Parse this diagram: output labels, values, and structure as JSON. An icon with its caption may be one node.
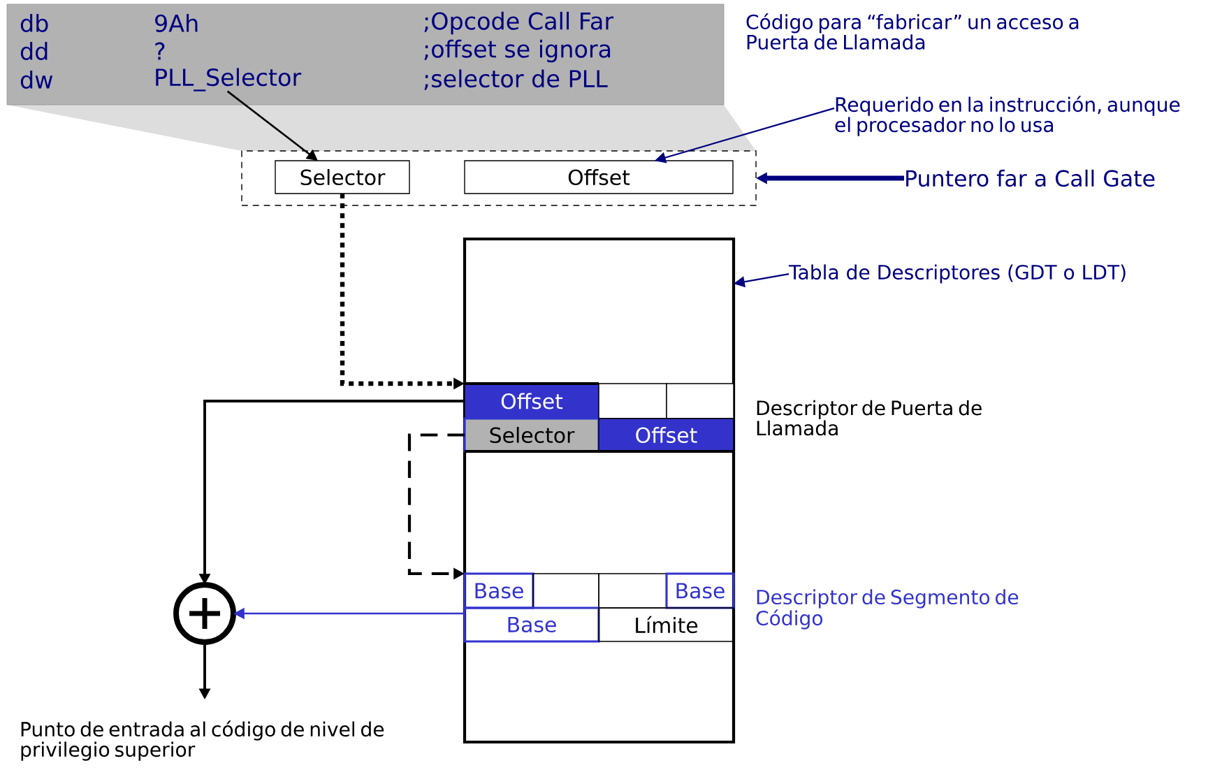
{
  "diagram": {
    "nodes": [
      {
        "text": [
          "db",
          "9Ah",
          ";Opcode Call Far",
          "dd",
          "?",
          ";offset se ignora",
          "dw",
          ";selector de PLL"
        ]
      },
      {
        "text": [
          "PLL_Selector"
        ],
        "in": 0
      },
      {
        "text": [],
        "shape": "box"
      },
      {
        "text": [
          "Selector"
        ],
        "in": 2
      },
      {
        "text": [
          "Offset"
        ],
        "in": 2
      },
      {
        "text": [
          "Requerido en la instrucción, aunque el procesador no lo usa"
        ]
      },
      {
        "text": [
          "Puntero far a Call Gate"
        ]
      },
      {
        "text": [],
        "shape": "box"
      },
      {
        "text": [
          "Tabla de Descriptores (GDT o LDT)"
        ]
      },
      {
        "text": [
          "Offset"
        ],
        "in": 7
      },
      {
        "text": [],
        "shape": "box",
        "in": 7
      },
      {
        "text": [],
        "shape": "box",
        "in": 7
      },
      {
        "text": [
          "Selector"
        ],
        "in": 7
      },
      {
        "text": [
          "Offset"
        ],
        "in": 7
      },
      {
        "text": [
          "Base"
        ],
        "in": 7
      },
      {
        "text": [],
        "shape": "box",
        "in": 7
      },
      {
        "text": [],
        "shape": "box",
        "in": 7
      },
      {
        "text": [
          "Base"
        ],
        "in": 7
      },
      {
        "text": [
          "Base"
        ],
        "in": 7
      },
      {
        "text": [
          "Límite"
        ],
        "in": 7
      },
      {
        "text": [],
        "shape": "circle"
      },
      {
        "text": [
          "Punto de entrada al código de nivel de privilegio superior"
        ]
      }
    ],
    "edges": [
      {
        "from": 1,
        "to": 3,
        "arrow": "to"
      },
      {
        "from": 5,
        "to": 4,
        "arrow": "to",
        "color": "#000080"
      },
      {
        "from": 6,
        "to": 2,
        "arrow": "to",
        "style": "thick",
        "color": "#000080"
      },
      {
        "from": 8,
        "to": 7,
        "arrow": "to",
        "color": "#000080"
      },
      {
        "from": 3,
        "to": 9,
        "arrow": "to",
        "style": "dashed"
      },
      {
        "from": 9,
        "to": 20,
        "arrow": "to"
      },
      {
        "from": 12,
        "to": 14,
        "arrow": "to",
        "style": "dashed"
      },
      {
        "from": 18,
        "to": 20,
        "arrow": "to",
        "color": "#3333cc"
      },
      {
        "from": 20,
        "to": 21,
        "arrow": "to"
      }
    ],
    "labels": [
      "Código para “fabricar” un acceso a Puerta de Llamada",
      "Descriptor de Puerta de Llamada",
      "Descriptor de Segmento de Código"
    ]
  }
}
